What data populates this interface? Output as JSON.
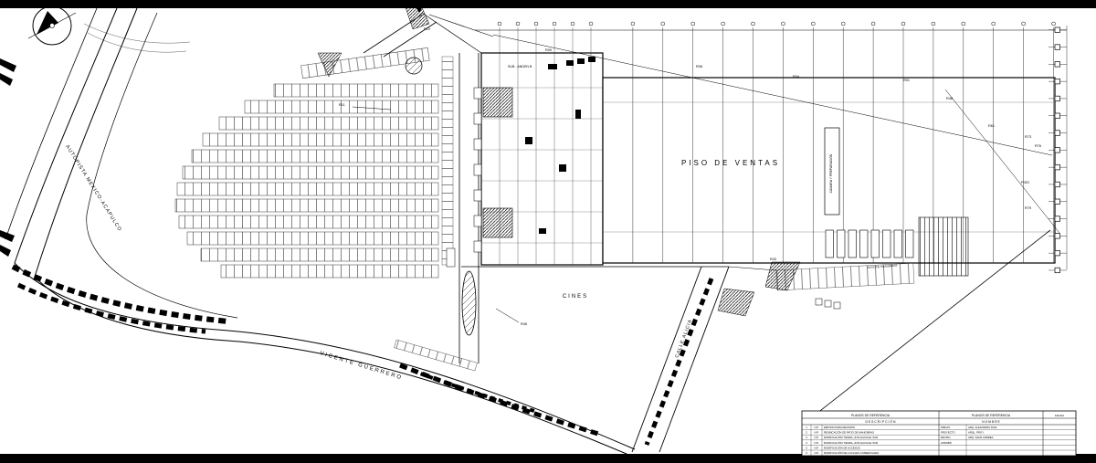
{
  "page": {
    "background": "#ffffff",
    "line_color": "#000000"
  },
  "labels": {
    "autopista": "AUTOPISTA MEXICO-ACAPULCO",
    "vicente_guerrero": "VICENTE GUERRERO",
    "calle_alicia": "CALLE ALICIA",
    "piso_de_ventas": "PISO DE VENTAS",
    "cines": "CINES",
    "sub_anden_b": "SUB - ANDEN B",
    "camara_preparacion": "CAMARA Y PREPARACIÓN",
    "patio_maniobras": "PATIO DE MANIOBRAS"
  },
  "refs": {
    "r10": "R10",
    "r11": "R11",
    "r09": "R09",
    "r08": "R08",
    "r04": "R04",
    "r01": "R01",
    "r48": "R48",
    "r61": "R61",
    "r73": "R73",
    "r76": "R76",
    "r79": "R79",
    "r45": "R45",
    "r43": "R43",
    "piso": "PISO"
  },
  "titleblock": {
    "planos_left": "PLANOS DE REFERENCIA",
    "planos_right": "PLANOS DE REFERENCIA",
    "descripcion": "D E S C R I P C I Ó N",
    "nombre": "N O M B R E",
    "fecha": "FECHA",
    "rev_rows": [
      {
        "no": "1",
        "clave": "N.P.",
        "desc": "EMITIDO PARA REVISIÓN"
      },
      {
        "no": "2",
        "clave": "N.P.",
        "desc": "REUBICACIÓN DE PATIO DE MANIOBRAS"
      },
      {
        "no": "3",
        "clave": "N.P.",
        "desc": "MODIFICACIÓN TIENDA +8.00 HACIA EL SUR"
      },
      {
        "no": "4",
        "clave": "N.P.",
        "desc": "MODIFICACIÓN TIENDA +8.50 HACIA EL SUR"
      },
      {
        "no": "5",
        "clave": "N.P.",
        "desc": "MODIFICACIÓN DE ACCESOS"
      },
      {
        "no": "6",
        "clave": "N.P.",
        "desc": "MODIFICACIÓN DE LOCALES COMERCIALES"
      }
    ],
    "sign_rows": [
      {
        "role": "DIBUJO",
        "name": "ARQ. ALEJANDRO DIAZ"
      },
      {
        "role": "PROYECTO",
        "name": "ARQL. PROY."
      },
      {
        "role": "REVISO",
        "name": "ARQ. SANS ANDREA"
      },
      {
        "role": "APROBÓ",
        "name": ""
      }
    ]
  }
}
